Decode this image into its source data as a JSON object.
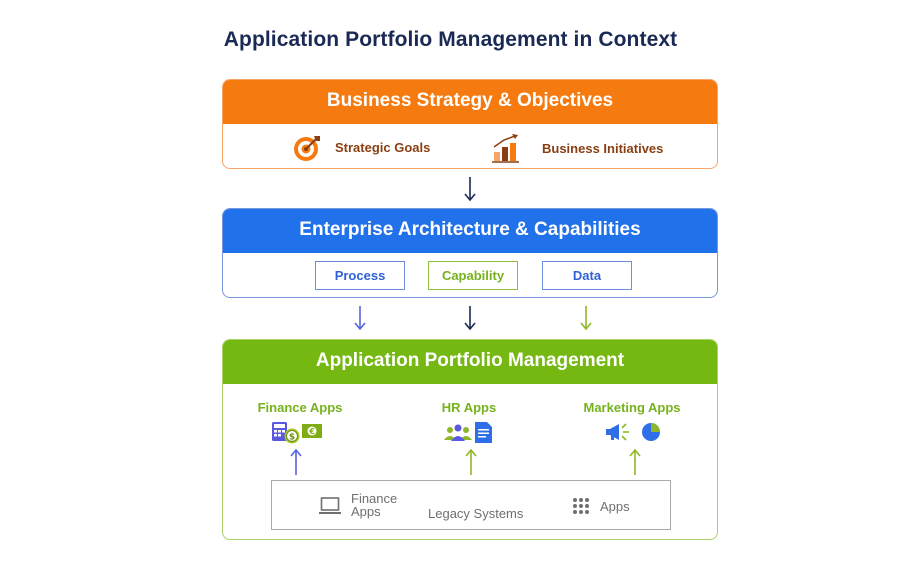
{
  "title": "Application Portfolio Management in Context",
  "colors": {
    "title": "#1b2a55",
    "business_header": "#f57b10",
    "enterprise_header": "#2171ea",
    "apm_header": "#76b812",
    "business_text": "#8a3f12",
    "blue_accent": "#2f62d6",
    "green_accent": "#76b21e",
    "legacy_text": "#6f6f6f"
  },
  "business": {
    "header": "Business Strategy & Objectives",
    "items": [
      {
        "label": "Strategic Goals",
        "icon": "target-icon"
      },
      {
        "label": "Business Initiatives",
        "icon": "growth-bar-chart-icon"
      }
    ]
  },
  "enterprise": {
    "header": "Enterprise Architecture & Capabilities",
    "items": [
      {
        "label": "Process",
        "color": "blue"
      },
      {
        "label": "Capability",
        "color": "green"
      },
      {
        "label": "Data",
        "color": "blue"
      }
    ]
  },
  "apm": {
    "header": "Application Portfolio Management",
    "groups": [
      {
        "label": "Finance Apps",
        "icons": [
          "calculator-icon",
          "dollar-coin-icon",
          "euro-banknote-icon"
        ]
      },
      {
        "label": "HR Apps",
        "icons": [
          "people-group-icon",
          "document-icon"
        ]
      },
      {
        "label": "Marketing Apps",
        "icons": [
          "megaphone-icon",
          "pie-chart-icon"
        ]
      }
    ],
    "legacy": {
      "finance_line1": "Finance",
      "finance_line2": "Apps",
      "center_label": "Legacy Systems",
      "apps_label": "Apps",
      "icons": [
        "laptop-icon",
        "app-grid-icon"
      ]
    }
  }
}
